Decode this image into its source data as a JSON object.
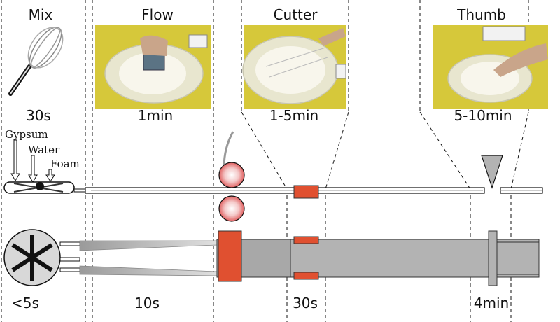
{
  "stages": {
    "mix": "Mix",
    "flow": "Flow",
    "cutter": "Cutter",
    "thumb": "Thumb"
  },
  "lab_times": {
    "mix": "30s",
    "flow": "1min",
    "cutter": "1-5min",
    "thumb": "5-10min"
  },
  "inputs": {
    "gypsum": "Gypsum",
    "water": "Water",
    "foam": "Foam"
  },
  "line_times": {
    "mix": "<5s",
    "flow": "10s",
    "cutter": "30s",
    "thumb": "4min"
  },
  "colors": {
    "knife": "#e05030",
    "board": "#b3b3b3",
    "roller": "#e06060",
    "photo_bg": "#d6c83a",
    "dashed": "#111111"
  }
}
